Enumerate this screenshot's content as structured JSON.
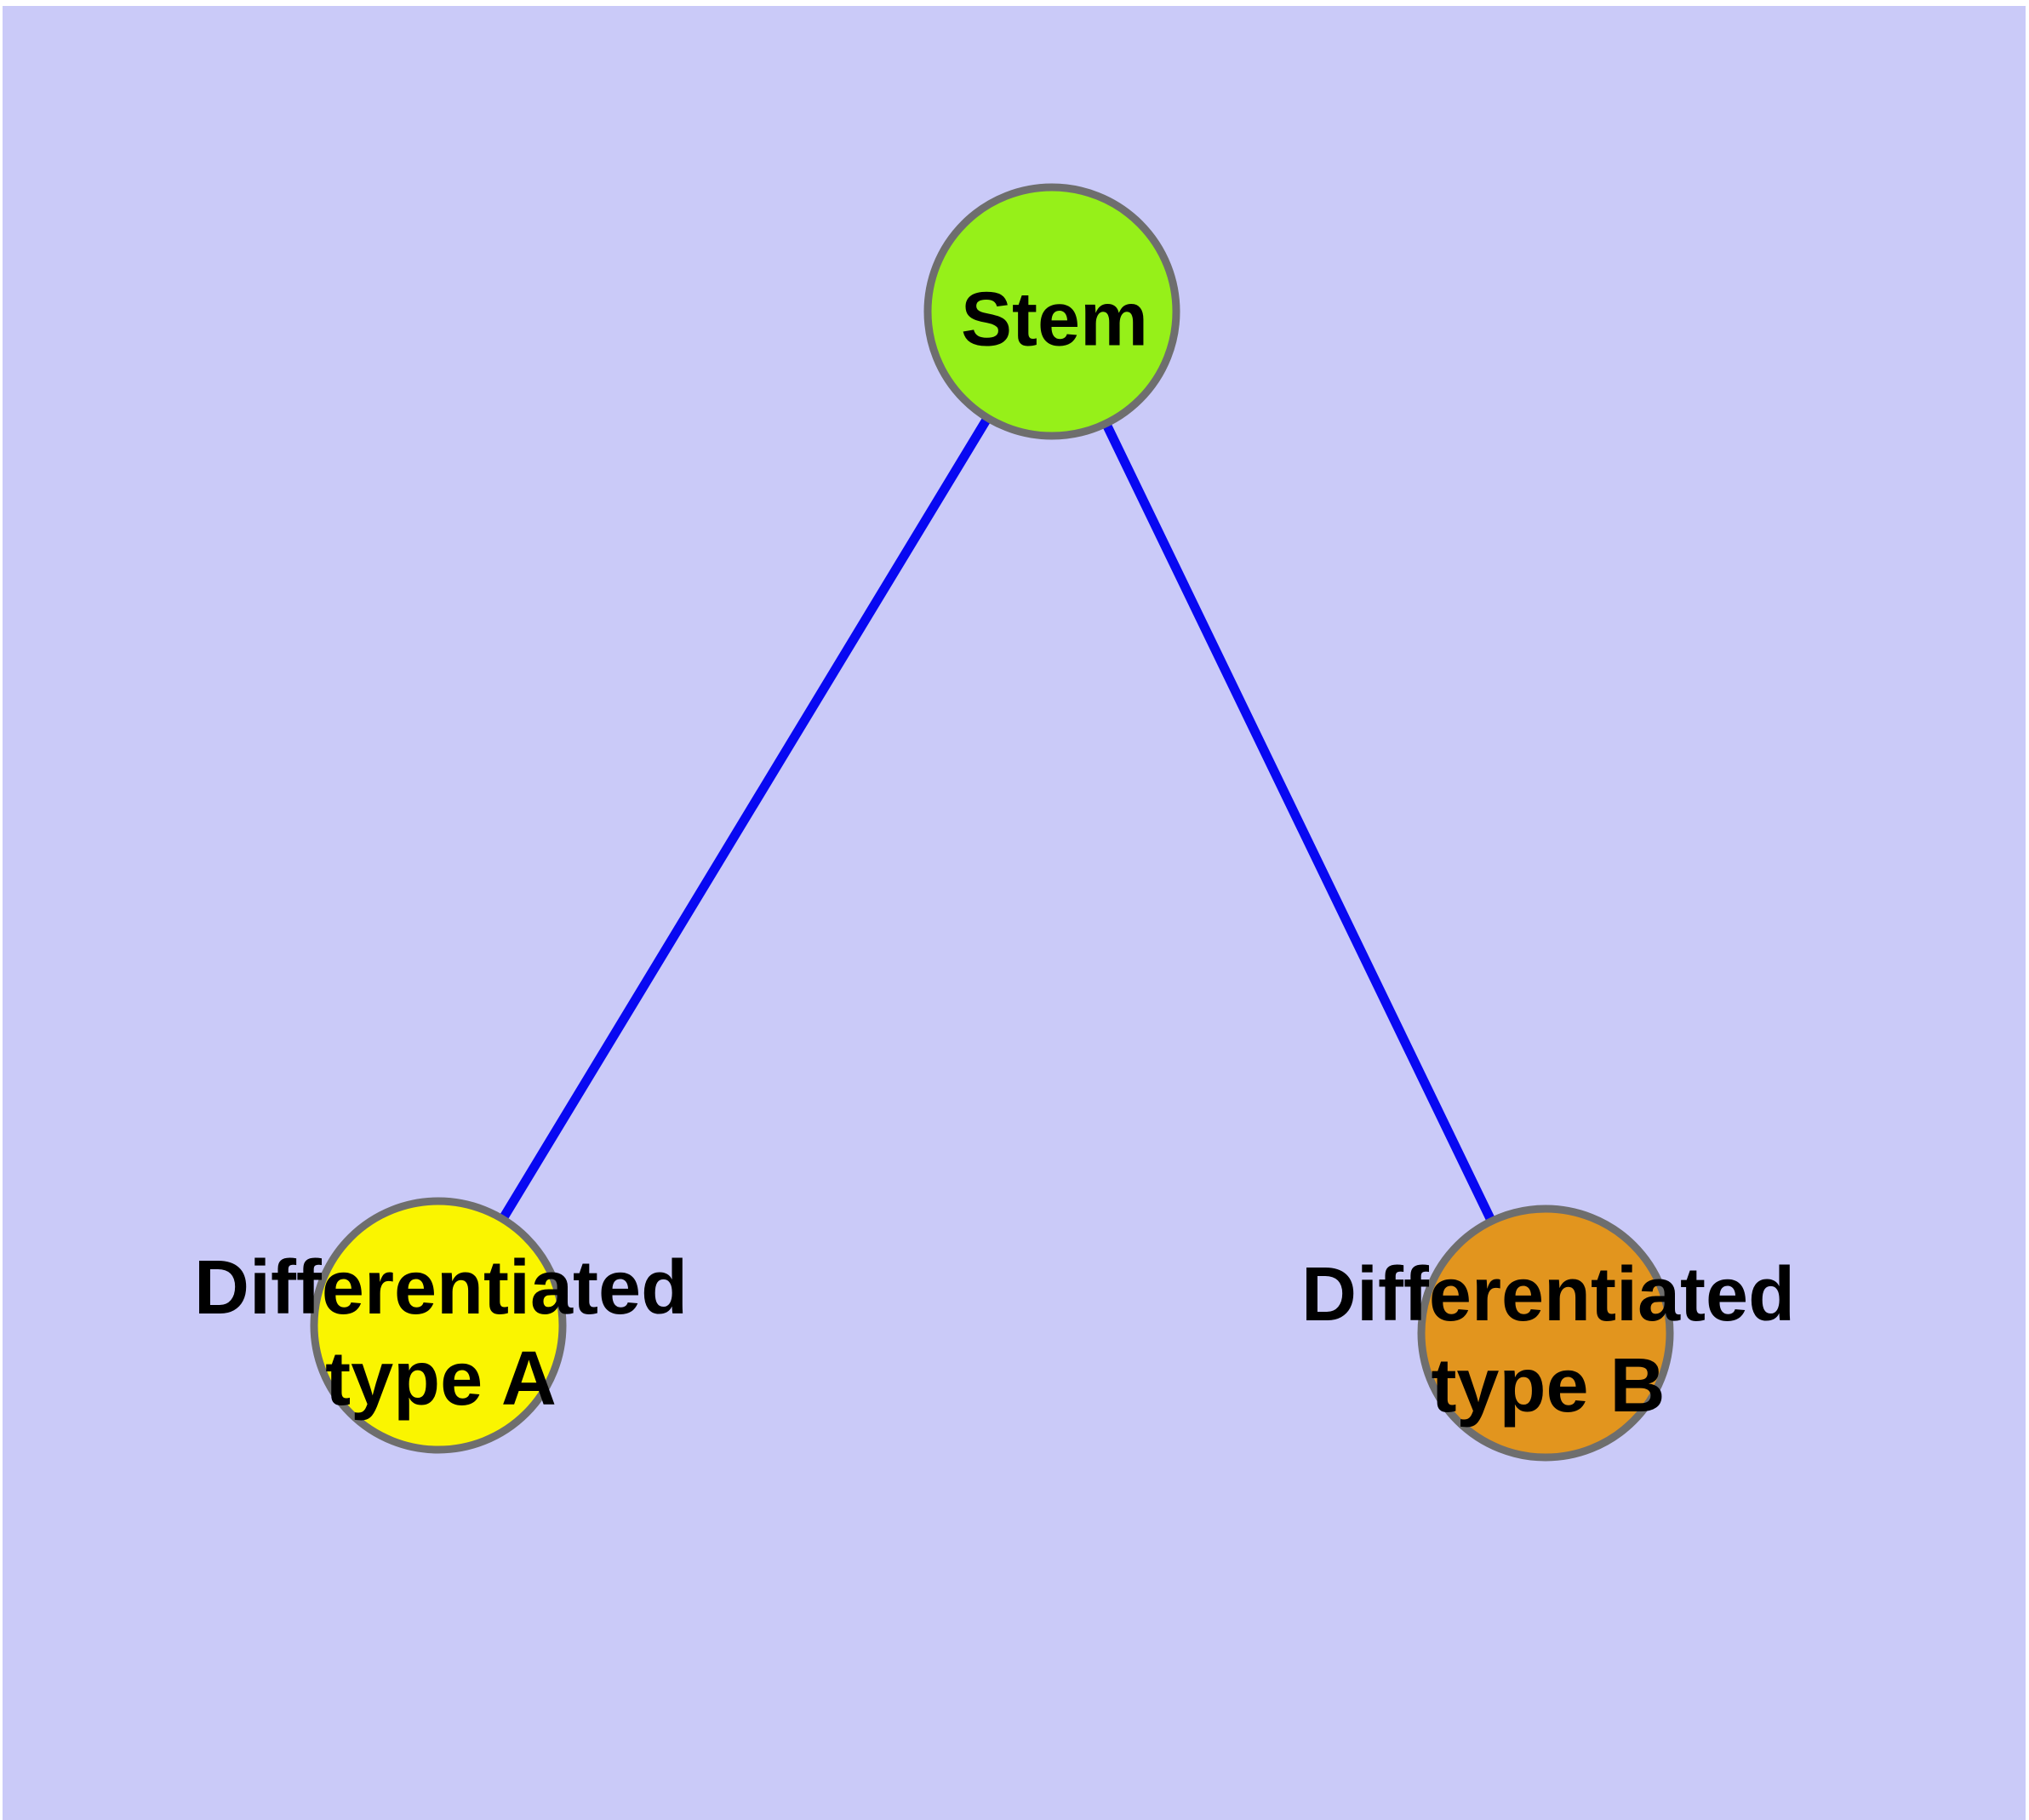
{
  "diagram": {
    "background_color": "#cacaf8",
    "margin_color": "#ffffff",
    "edge_color": "#0808f2",
    "node_border_color": "#6e6e6e",
    "label_text_color": "#000000",
    "nodes": [
      {
        "id": "stem",
        "fill": "#96f019",
        "lines": [
          "Stem"
        ]
      },
      {
        "id": "differentiated-type-a",
        "fill": "#faf500",
        "lines": [
          "Differentiated",
          "type A"
        ]
      },
      {
        "id": "differentiated-type-b",
        "fill": "#e2951e",
        "lines": [
          "Differentiated",
          "type B"
        ]
      }
    ],
    "edges": [
      {
        "from": "stem",
        "to": "differentiated-type-a"
      },
      {
        "from": "stem",
        "to": "differentiated-type-b"
      }
    ]
  }
}
